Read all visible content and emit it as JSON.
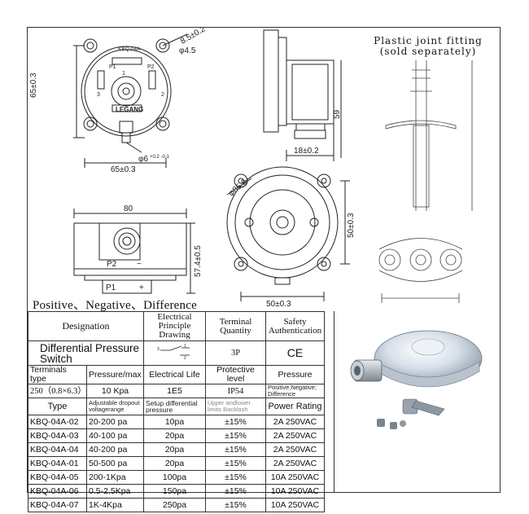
{
  "drawings": {
    "front": {
      "dim_width": "65±0.3",
      "dim_height": "65±0.3",
      "dim_thickness": "8.5±0.2",
      "dim_hole": "φ4.5",
      "dim_port": "φ6",
      "dim_port_tol": "+0.2 -0.1",
      "label_model": "KBQ-04A",
      "label_brand": "LEGANG",
      "label_p1": "P1",
      "label_p2": "P2",
      "terminal_1": "1",
      "terminal_2": "2",
      "terminal_3": "3"
    },
    "side": {
      "dim_height": "59",
      "dim_depth": "18±0.2"
    },
    "round": {
      "dim_diameter": "φ85.2",
      "dim_height": "50±0.3",
      "dim_width": "50±0.3"
    },
    "bottom": {
      "dim_width": "80",
      "dim_height": "57.4±0.5",
      "label_p2": "P2",
      "label_p1": "P1",
      "minus": "−",
      "plus": "+"
    }
  },
  "fitting": {
    "title_line1": "Plastic joint fitting",
    "title_line2": "(sold separately)"
  },
  "caption": "Positive、Negative、Difference",
  "table": {
    "header": {
      "designation": "Designation",
      "electrical": "Electrical Principle Drawing",
      "terminal": "Terminal Quantity",
      "safety": "Safety Authentication"
    },
    "product_name": "Differential Pressure Switch",
    "terminal_qty": "3P",
    "authentication": "CE",
    "switch_terminals": [
      "3",
      "1",
      "2"
    ],
    "info_labels": {
      "terminals_type": "Terminals type",
      "pressure_max": "Pressure/max",
      "electrical_life": "Electrical Life",
      "protective_level": "Protective level",
      "pressure": "Pressure"
    },
    "info_values": {
      "terminals_type": "250（0.8×6.3）",
      "pressure_max": "10 Kpa",
      "electrical_life": "1E5",
      "protective_level": "IP54",
      "pressure": "Positive,Negative; Difference"
    },
    "columns": {
      "type": "Type",
      "range": "Adjustable dropout voltagerange",
      "diff": "Setup differential pressure",
      "limits": "Upper andlower limits Backlash",
      "rating": "Power Rating"
    },
    "rows": [
      {
        "type": "KBQ-04A-02",
        "range": "20-200 pa",
        "diff": "10pa",
        "tol": "±15%",
        "rating": "2A 250VAC"
      },
      {
        "type": "KBQ-04A-03",
        "range": "40-100 pa",
        "diff": "20pa",
        "tol": "±15%",
        "rating": "2A 250VAC"
      },
      {
        "type": "KBQ-04A-04",
        "range": "40-200 pa",
        "diff": "20pa",
        "tol": "±15%",
        "rating": "2A 250VAC"
      },
      {
        "type": "KBQ-04A-01",
        "range": "50-500 pa",
        "diff": "20pa",
        "tol": "±15%",
        "rating": "2A 250VAC"
      },
      {
        "type": "KBQ-04A-05",
        "range": "200-1Kpa",
        "diff": "100pa",
        "tol": "±15%",
        "rating": "10A 250VAC"
      },
      {
        "type": "KBQ-04A-06",
        "range": "0.5-2.5Kpa",
        "diff": "150pa",
        "tol": "±15%",
        "rating": "10A 250VAC"
      },
      {
        "type": "KBQ-04A-07",
        "range": "1K-4Kpa",
        "diff": "250pa",
        "tol": "±15%",
        "rating": "10A 250VAC"
      }
    ]
  }
}
